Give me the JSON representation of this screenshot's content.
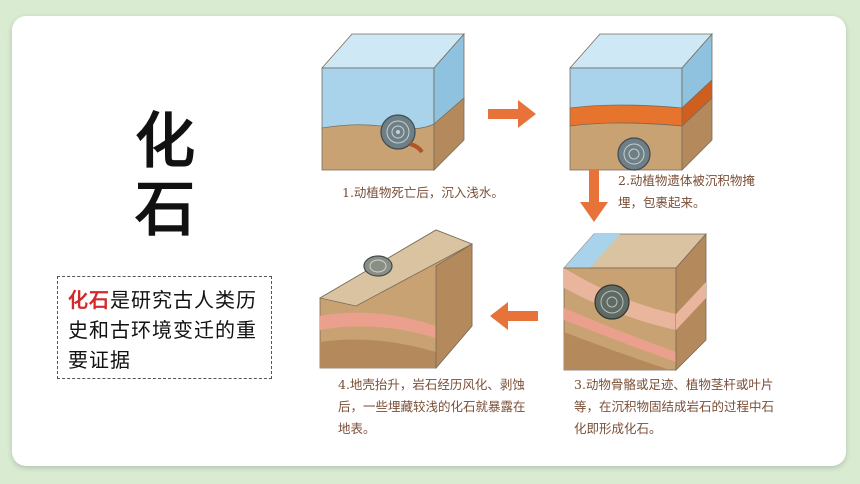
{
  "title": {
    "char1": "化",
    "char2": "石"
  },
  "note": {
    "highlight": "化石",
    "rest": "是研究古人类历史和古环境变迁的重要证据"
  },
  "steps": [
    {
      "caption": "1.动植物死亡后，沉入浅水。"
    },
    {
      "caption": "2.动植物遗体被沉积物掩埋，包裹起来。"
    },
    {
      "caption": "3.动物骨骼或足迹、植物茎杆或叶片等，在沉积物固结成岩石的过程中石化即形成化石。"
    },
    {
      "caption": "4.地壳抬升，岩石经历风化、剥蚀后，一些埋藏较浅的化石就暴露在地表。"
    }
  ],
  "colors": {
    "water": "#a9d3ea",
    "sediment": "#c9a273",
    "orange_layer": "#e7742c",
    "pink_layer": "#eaa08d",
    "arrow": "#e8733a",
    "caption": "#7a4e37"
  }
}
